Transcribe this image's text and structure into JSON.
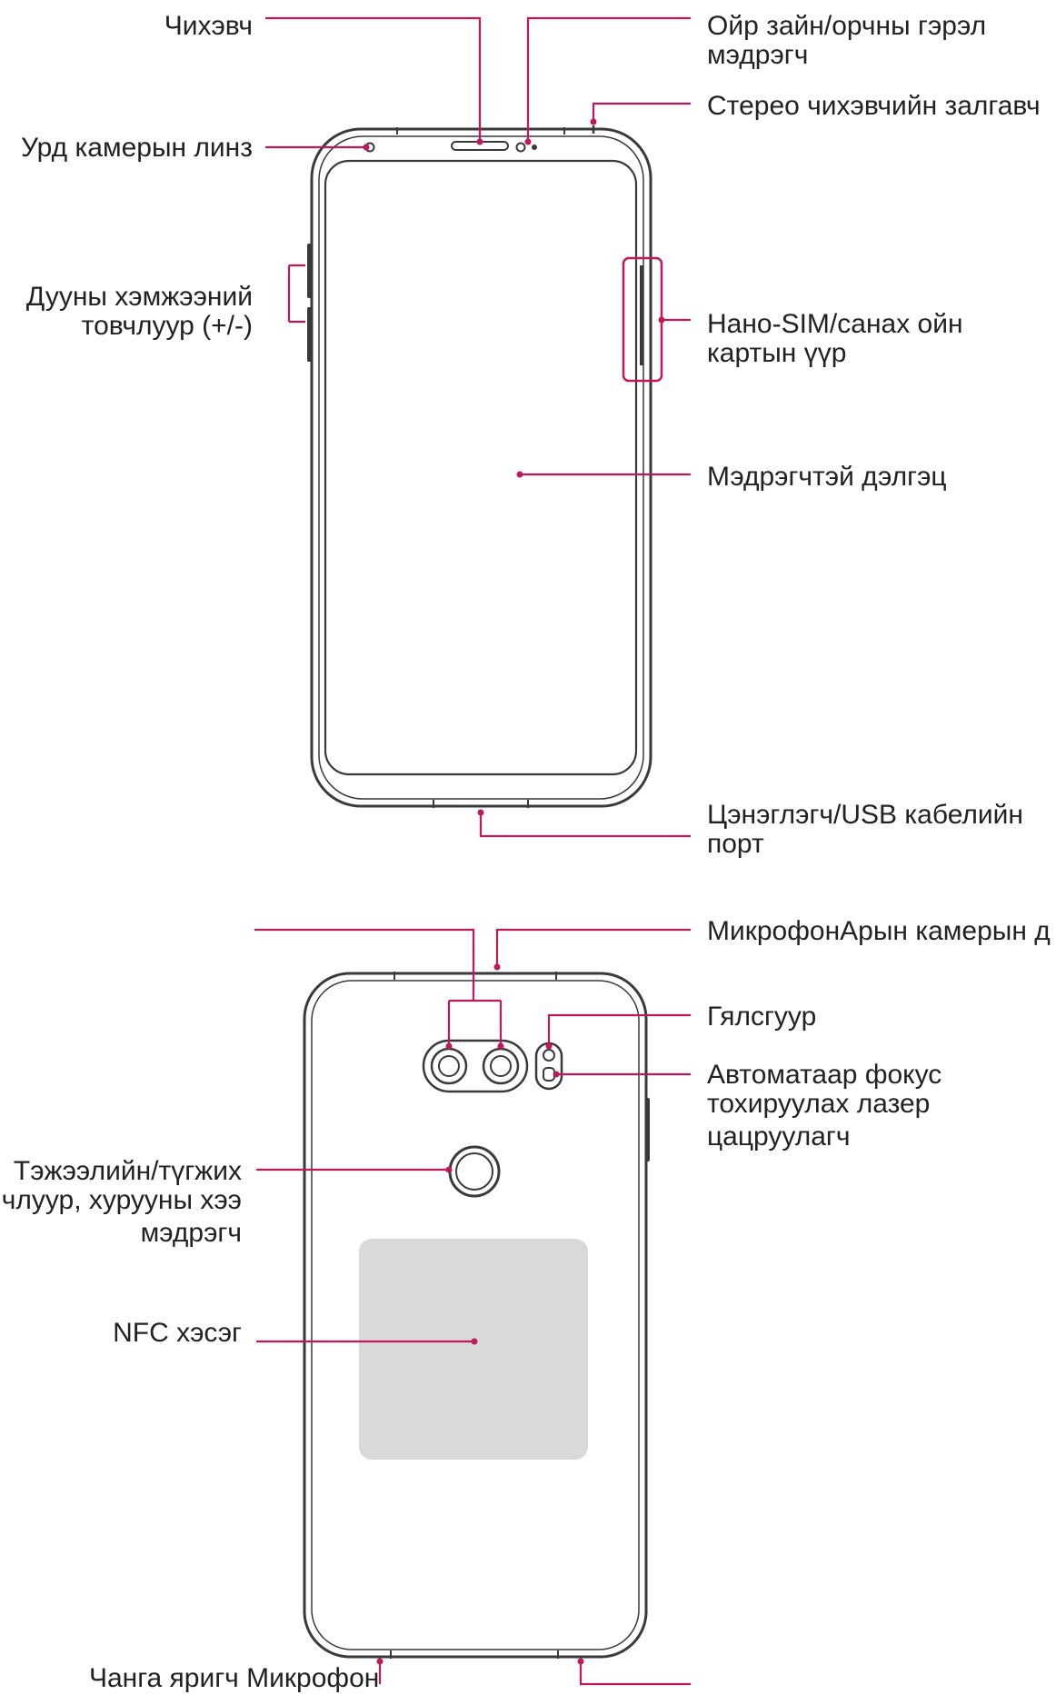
{
  "accent_color": "#c2185b",
  "nfc_fill_color": "#d9d9d9",
  "front_view": {
    "labels": {
      "earpiece": "Чихэвч",
      "proximity_sensor": [
        "Ойр зайн/орчны гэрэл",
        "мэдрэгч"
      ],
      "stereo_jack": "Стерео чихэвчийн залгавч",
      "front_camera": "Урд камерын линз",
      "volume_keys": [
        "Дууны хэмжээний",
        "товчлуур (+/-)"
      ],
      "sim_tray": [
        "Нано-SIM/санах ойн",
        "картын үүр"
      ],
      "touch_screen": "Мэдрэгчтэй дэлгэц",
      "usb_port": [
        "Цэнэглэгч/USB кабелийн",
        "порт"
      ]
    }
  },
  "back_view": {
    "labels": {
      "mic_rear_camera": "МикрофонАрын камерын д",
      "flash": "Гялсгуур",
      "laser_af": [
        "Автоматаар фокус",
        "тохируулах лазер",
        "цацруулагч"
      ],
      "power_key": [
        "Тэжээлийн/түгжих",
        "члуур, хурууны хээ",
        "мэдрэгч"
      ],
      "nfc": "NFC хэсэг",
      "bottom": "Чанга яригч Микрофон"
    }
  }
}
